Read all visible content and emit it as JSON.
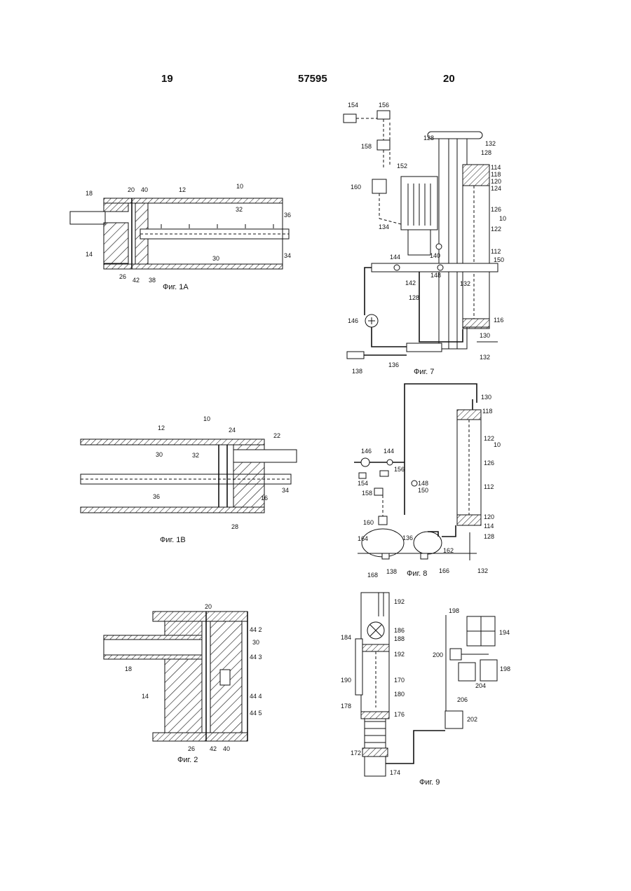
{
  "header": {
    "left_page": "19",
    "doc_number": "57595",
    "right_page": "20"
  },
  "fig1a": {
    "caption": "Фиг. 1A",
    "labels": {
      "l18": "18",
      "l20": "20",
      "l40": "40",
      "l12": "12",
      "l10": "10",
      "l32": "32",
      "l36": "36",
      "l14": "14",
      "l30": "30",
      "l34": "34",
      "l26": "26",
      "l42": "42",
      "l38": "38"
    }
  },
  "fig1b": {
    "caption": "Фиг. 1B",
    "labels": {
      "l12": "12",
      "l10": "10",
      "l24": "24",
      "l22": "22",
      "l30": "30",
      "l32": "32",
      "l36": "36",
      "l34": "34",
      "l16": "16",
      "l28": "28"
    }
  },
  "fig2": {
    "caption": "Фиг. 2",
    "labels": {
      "l20": "20",
      "l442": "44 2",
      "l30": "30",
      "l443": "44 3",
      "l18": "18",
      "l14": "14",
      "l444": "44 4",
      "l445": "44 5",
      "l26": "26",
      "l42": "42",
      "l40": "40"
    }
  },
  "fig7": {
    "caption": "Фиг. 7",
    "labels": {
      "l154": "154",
      "l156": "156",
      "l158": "158",
      "l152": "152",
      "l160": "160",
      "l134": "134",
      "l128a": "128",
      "l132a": "132",
      "l128b": "128",
      "l114": "114",
      "l118": "118",
      "l120": "120",
      "l124": "124",
      "l126": "126",
      "l10": "10",
      "l122": "122",
      "l112": "112",
      "l150": "150",
      "l140": "140",
      "l144": "144",
      "l148": "148",
      "l142": "142",
      "l132b": "132",
      "l128c": "128",
      "l146": "146",
      "l116": "116",
      "l130": "130",
      "l132c": "132",
      "l138": "138",
      "l136": "136"
    }
  },
  "fig8": {
    "caption": "Фиг. 8",
    "labels": {
      "l130": "130",
      "l118": "118",
      "l122": "122",
      "l10": "10",
      "l146": "146",
      "l144": "144",
      "l154": "154",
      "l156": "156",
      "l148": "148",
      "l150": "150",
      "l126": "126",
      "l112": "112",
      "l158": "158",
      "l120": "120",
      "l114": "114",
      "l160": "160",
      "l128": "128",
      "l164": "164",
      "l136": "136",
      "l162": "162",
      "l168": "168",
      "l138": "138",
      "l166": "166",
      "l132": "132"
    }
  },
  "fig9": {
    "caption": "Фиг. 9",
    "labels": {
      "l192a": "192",
      "l198a": "198",
      "l186": "186",
      "l184": "184",
      "l188": "188",
      "l192b": "192",
      "l194": "194",
      "l200": "200",
      "l198b": "198",
      "l204": "204",
      "l190": "190",
      "l170": "170",
      "l180": "180",
      "l206": "206",
      "l178": "178",
      "l176": "176",
      "l202": "202",
      "l172": "172",
      "l174": "174"
    }
  }
}
